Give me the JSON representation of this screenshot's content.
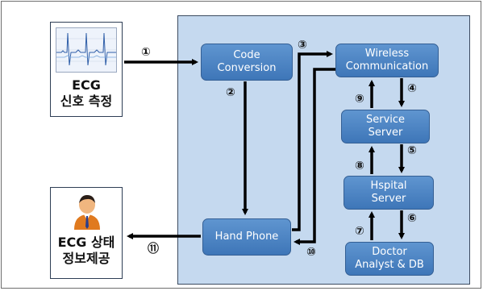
{
  "left_boxes": {
    "ecg_measure": [
      "ECG",
      "신호 측정"
    ],
    "ecg_info": [
      "ECG 상태",
      "정보제공"
    ]
  },
  "nodes": {
    "code_conversion": [
      "Code",
      "Conversion"
    ],
    "hand_phone": [
      "Hand Phone"
    ],
    "wireless": [
      "Wireless",
      "Communication"
    ],
    "service_server": [
      "Service",
      "Server"
    ],
    "hospital_server": [
      "Hspital",
      "Server"
    ],
    "doctor": [
      "Doctor",
      "Analyst & DB"
    ]
  },
  "steps": [
    "①",
    "②",
    "③",
    "④",
    "⑤",
    "⑥",
    "⑦",
    "⑧",
    "⑨",
    "⑩",
    "⑪"
  ]
}
